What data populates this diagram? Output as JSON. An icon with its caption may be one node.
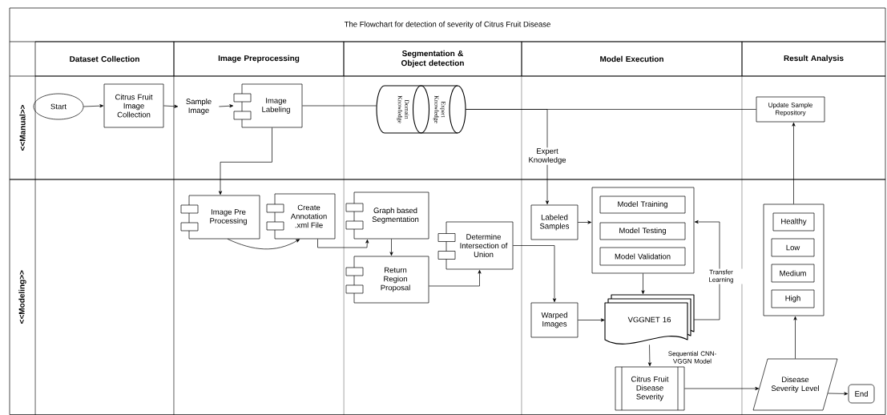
{
  "diagram": {
    "title": "The Flowchart for detection of severity of Citrus Fruit Disease",
    "nodes": [
      {
        "text": [
          "Dataset Collection"
        ]
      },
      {
        "text": [
          "Image Preprocessing"
        ]
      },
      {
        "text": [
          "Segmentation & Object detection"
        ]
      },
      {
        "text": [
          "Model Execution"
        ]
      },
      {
        "text": [
          "Result Analysis"
        ]
      },
      {
        "text": [
          "<<Manual>>"
        ]
      },
      {
        "text": [
          "Start"
        ],
        "in": 5
      },
      {
        "text": [
          "Citrus Fruit Image Collection"
        ],
        "in": 5
      },
      {
        "text": [
          "Sample Image"
        ],
        "in": 5
      },
      {
        "text": [
          "Image Labeling"
        ],
        "in": 5
      },
      {
        "text": [
          "Domain Knowledge",
          "Expert Knowledge"
        ],
        "in": 5
      },
      {
        "text": [
          "Update Sample Repository"
        ],
        "in": 5
      },
      {
        "text": [
          "<<Modeling>>"
        ]
      },
      {
        "text": [
          "Image Pre Processing"
        ],
        "in": 12
      },
      {
        "text": [
          "Create Annotation .xml File"
        ],
        "in": 12
      },
      {
        "text": [
          "Graph based Segmentation"
        ],
        "in": 12
      },
      {
        "text": [
          "Return Region Proposal"
        ],
        "in": 12
      },
      {
        "text": [
          "Determine Intersection of Union"
        ],
        "in": 12
      },
      {
        "text": [
          "Labeled Samples"
        ],
        "in": 12
      },
      {
        "text": [],
        "shape": "box",
        "in": 12
      },
      {
        "text": [
          "Model Training"
        ],
        "in": 19
      },
      {
        "text": [
          "Model Testing"
        ],
        "in": 19
      },
      {
        "text": [
          "Model Validation"
        ],
        "in": 19
      },
      {
        "text": [
          "Warped Images"
        ],
        "in": 12
      },
      {
        "text": [
          "VGGNET 16"
        ],
        "in": 12
      },
      {
        "text": [
          "Citrus Fruit Disease Severity"
        ],
        "in": 12
      },
      {
        "text": [],
        "shape": "box",
        "in": 12
      },
      {
        "text": [
          "Healthy"
        ],
        "in": 26
      },
      {
        "text": [
          "Low"
        ],
        "in": 26
      },
      {
        "text": [
          "Medium"
        ],
        "in": 26
      },
      {
        "text": [
          "High"
        ],
        "in": 26
      },
      {
        "text": [
          "Disease Severity Level"
        ],
        "in": 12
      },
      {
        "text": [
          "End"
        ],
        "in": 12
      }
    ],
    "edges": [
      {
        "from": 6,
        "to": 7,
        "arrow": "to"
      },
      {
        "from": 7,
        "to": 8,
        "arrow": "to"
      },
      {
        "from": 8,
        "to": 9,
        "arrow": "to"
      },
      {
        "from": 9,
        "to": 10,
        "arrow": "none"
      },
      {
        "from": 10,
        "to": 11,
        "arrow": "none"
      },
      {
        "from": 10,
        "to": 18,
        "arrow": "to",
        "label": "Expert Knowledge"
      },
      {
        "from": 9,
        "to": 13,
        "arrow": "to"
      },
      {
        "from": 13,
        "to": 14,
        "arrow": "to"
      },
      {
        "from": 14,
        "to": 15,
        "arrow": "to"
      },
      {
        "from": 15,
        "to": 16,
        "arrow": "to"
      },
      {
        "from": 16,
        "to": 17,
        "arrow": "to"
      },
      {
        "from": 17,
        "to": 23,
        "arrow": "to"
      },
      {
        "from": 18,
        "to": 19,
        "arrow": "to"
      },
      {
        "from": 23,
        "to": 24,
        "arrow": "to"
      },
      {
        "from": 19,
        "to": 24,
        "arrow": "to"
      },
      {
        "from": 24,
        "to": 19,
        "arrow": "to",
        "label": "Transfer Learning"
      },
      {
        "from": 24,
        "to": 25,
        "arrow": "to",
        "label": "Sequential CNN-VGGN Model"
      },
      {
        "from": 25,
        "to": 31,
        "arrow": "to"
      },
      {
        "from": 31,
        "to": 26,
        "arrow": "to"
      },
      {
        "from": 31,
        "to": 32,
        "arrow": "to"
      },
      {
        "from": 26,
        "to": 11,
        "arrow": "to"
      }
    ]
  }
}
